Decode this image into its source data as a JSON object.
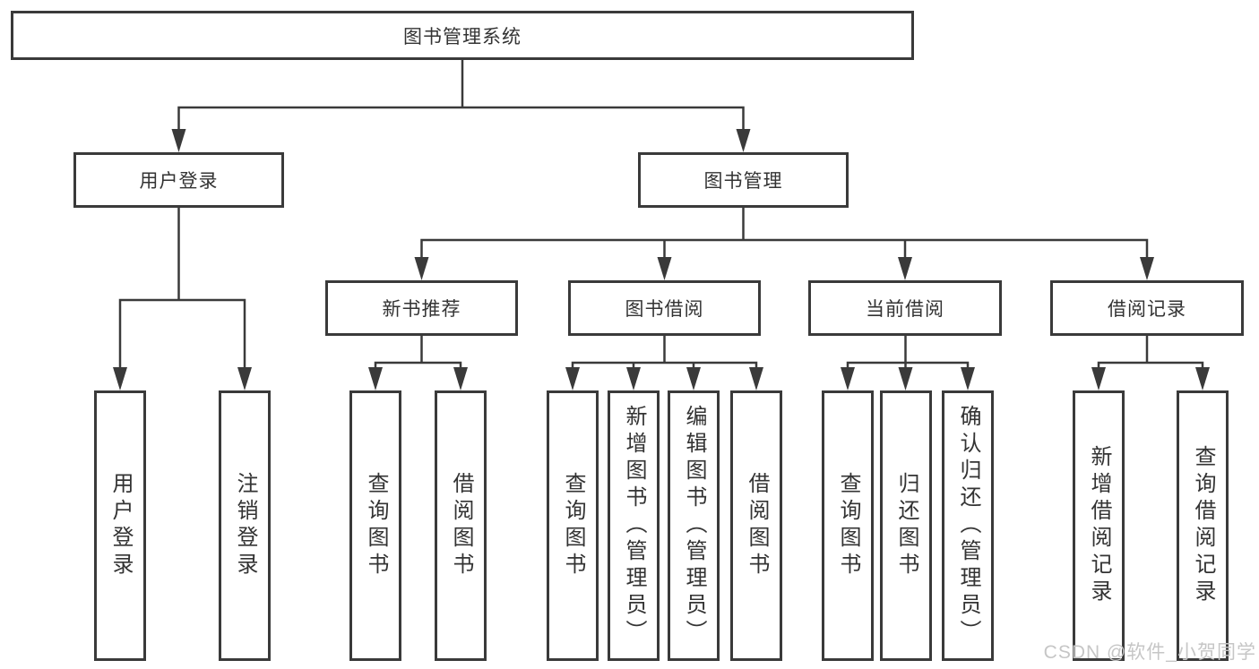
{
  "tree": {
    "root_label": "图书管理系统",
    "children": [
      {
        "label": "用户登录",
        "children": [
          "用户登录",
          "注销登录"
        ]
      },
      {
        "label": "图书管理",
        "children": [
          {
            "label": "新书推荐",
            "children": [
              "查询图书",
              "借阅图书"
            ]
          },
          {
            "label": "图书借阅",
            "children": [
              "查询图书",
              "新增图书（管理员）",
              "编辑图书（管理员）",
              "借阅图书"
            ]
          },
          {
            "label": "当前借阅",
            "children": [
              "查询图书",
              "归还图书",
              "确认归还（管理员）"
            ]
          },
          {
            "label": "借阅记录",
            "children": [
              "新增借阅记录",
              "查询借阅记录"
            ]
          }
        ]
      }
    ]
  },
  "watermark": "CSDN @软件_小贺同学",
  "colors": {
    "line": "#3a3a3a",
    "text": "#333333",
    "watermark": "#c6c6c6",
    "background": "#ffffff"
  }
}
